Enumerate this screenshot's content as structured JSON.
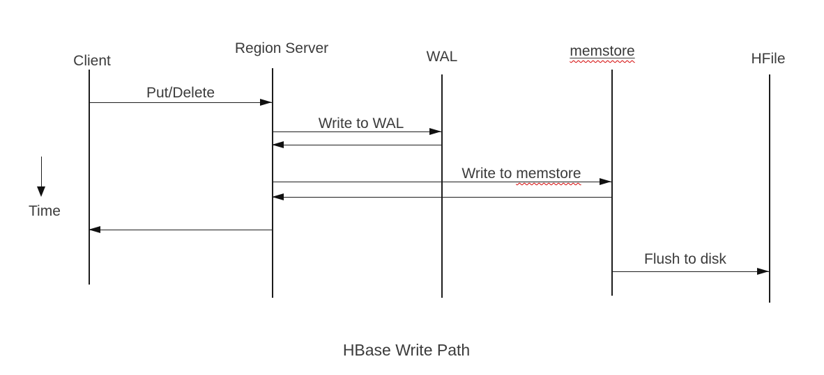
{
  "title": "HBase Write Path",
  "time_axis": {
    "label": "Time"
  },
  "actors": {
    "client": {
      "label": "Client"
    },
    "region_server": {
      "label": "Region Server"
    },
    "wal": {
      "label": "WAL"
    },
    "memstore": {
      "label": "memstore",
      "spellcheck_squiggle": true,
      "underlined": true
    },
    "hfile": {
      "label": "HFile"
    }
  },
  "messages": {
    "put_delete": {
      "label": "Put/Delete",
      "from": "Client",
      "to": "Region Server",
      "direction": "right"
    },
    "write_to_wal": {
      "label": "Write to WAL",
      "from": "Region Server",
      "to": "WAL",
      "direction": "right"
    },
    "wal_ack": {
      "label": "",
      "from": "WAL",
      "to": "Region Server",
      "direction": "left"
    },
    "write_to_memstore": {
      "label_prefix": "Write to ",
      "label_word": "memstore",
      "from": "Region Server",
      "to": "memstore",
      "direction": "right",
      "spellcheck_squiggle_on_word": true
    },
    "memstore_ack": {
      "label": "",
      "from": "memstore",
      "to": "Region Server",
      "direction": "left"
    },
    "client_return": {
      "label": "",
      "from": "Region Server",
      "to": "Client",
      "direction": "left"
    },
    "flush_to_disk": {
      "label": "Flush to disk",
      "from": "memstore",
      "to": "HFile",
      "direction": "right"
    }
  },
  "colors": {
    "background": "#ffffff",
    "line": "#1c1c1c",
    "text": "#3b3b3b",
    "spellcheck_squiggle": "#d40000"
  }
}
